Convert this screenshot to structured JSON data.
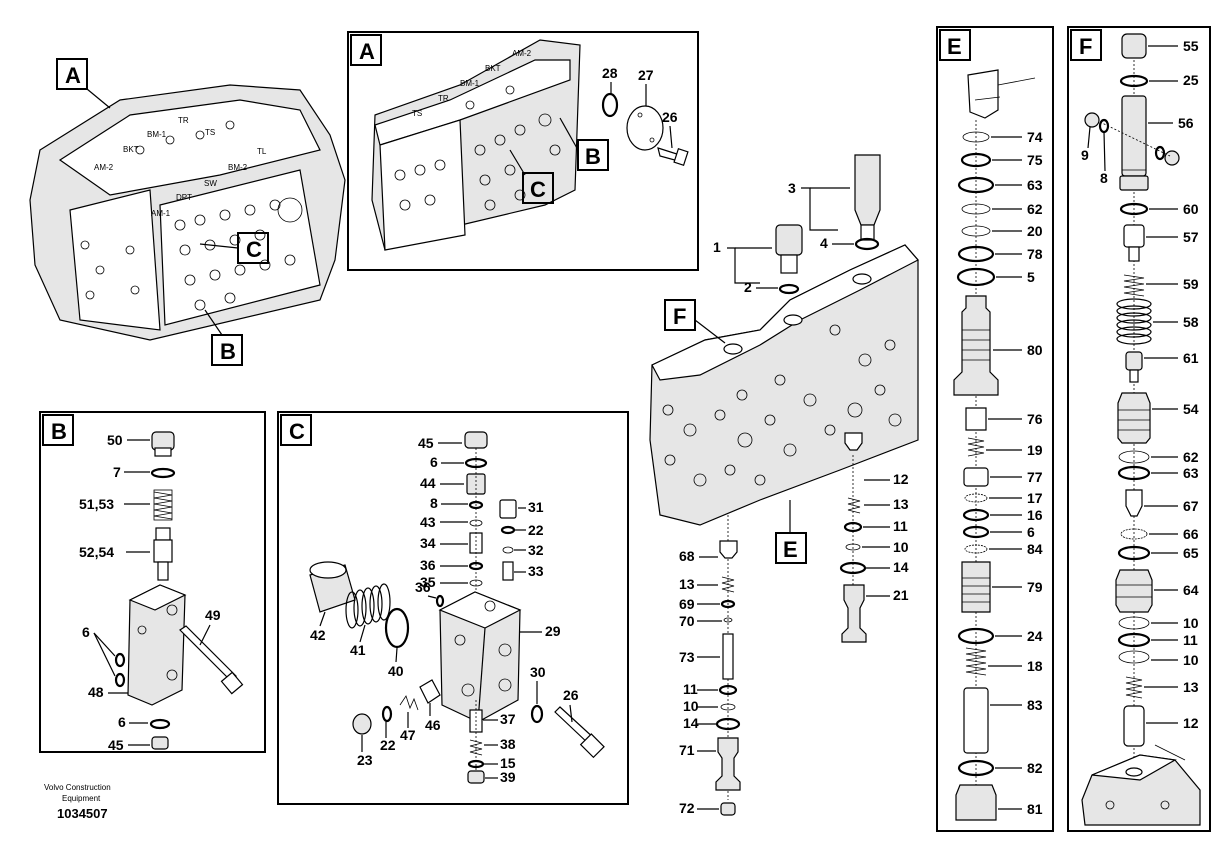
{
  "callouts": {
    "main_A": "A",
    "main_B": "B",
    "main_C": "C",
    "boxA_title": "A",
    "boxA_B": "B",
    "boxA_C": "C",
    "box_B_title": "B",
    "box_C_title": "C",
    "box_E_title": "E",
    "box_F_title": "F",
    "valve_F": "F",
    "valve_E": "E"
  },
  "section_labels": {
    "main": [
      "TR",
      "TS",
      "BKT",
      "BM-1",
      "AM-2",
      "TL",
      "BM-2",
      "SW",
      "DPT",
      "AM-1"
    ],
    "boxA": [
      "AM-2",
      "BKT",
      "BM-1",
      "TR",
      "TS"
    ]
  },
  "part_numbers": {
    "boxA": [
      "28",
      "27",
      "26"
    ],
    "boxB": [
      "50",
      "7",
      "51,53",
      "52,54",
      "49",
      "6",
      "48",
      "6",
      "45"
    ],
    "boxC": [
      "45",
      "6",
      "44",
      "8",
      "43",
      "34",
      "36",
      "35",
      "31",
      "22",
      "32",
      "33",
      "36",
      "42",
      "41",
      "40",
      "29",
      "30",
      "26",
      "46",
      "47",
      "22",
      "23",
      "37",
      "38",
      "15",
      "39"
    ],
    "center": [
      "3",
      "1",
      "4",
      "2",
      "12",
      "13",
      "11",
      "10",
      "14",
      "21",
      "68",
      "13",
      "69",
      "70",
      "73",
      "11",
      "10",
      "14",
      "71",
      "72"
    ],
    "boxE": [
      "74",
      "75",
      "63",
      "62",
      "20",
      "78",
      "5",
      "80",
      "76",
      "19",
      "77",
      "17",
      "16",
      "6",
      "84",
      "79",
      "24",
      "18",
      "83",
      "82",
      "81"
    ],
    "boxF": [
      "55",
      "25",
      "56",
      "9",
      "8",
      "60",
      "57",
      "59",
      "58",
      "61",
      "54",
      "62",
      "63",
      "67",
      "66",
      "65",
      "64",
      "10",
      "11",
      "10",
      "13",
      "12"
    ]
  },
  "footer": {
    "brand": "Volvo Construction",
    "brand2": "Equipment",
    "drawing_number": "1034507"
  }
}
